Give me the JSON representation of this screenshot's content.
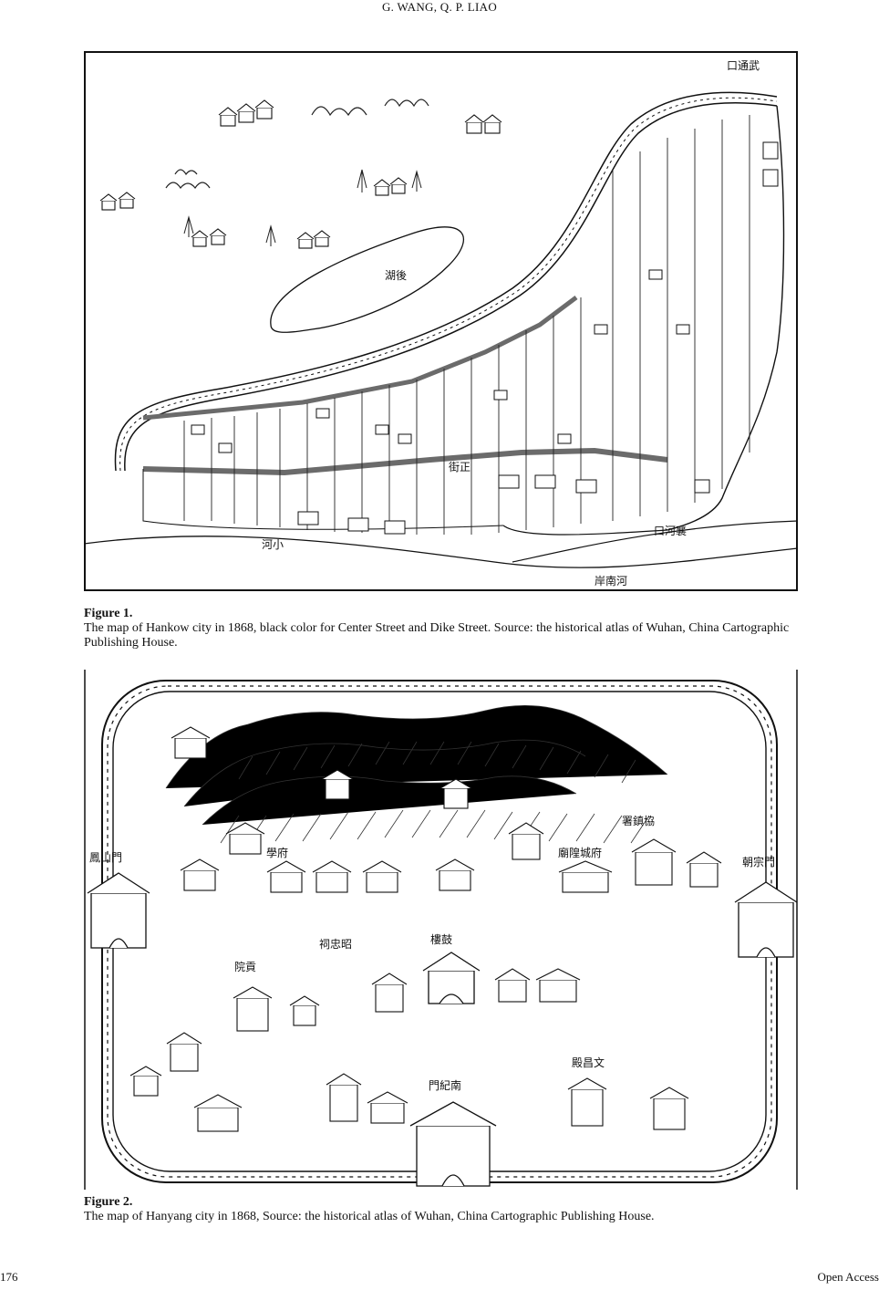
{
  "header": {
    "running_head": "G. WANG, Q. P. LIAO"
  },
  "figure1": {
    "label": "Figure 1.",
    "caption": "The map of Hankow city in 1868, black color for Center Street and Dike Street. Source: the historical atlas of Wuhan, China Cartographic Publishing House.",
    "labels": {
      "north_lake": "湖後",
      "small_river": "河小",
      "south_shore": "岸南河",
      "east_mouth": "口河襄",
      "wuhan_mouth": "口通武",
      "main_street": "街正"
    }
  },
  "figure2": {
    "label": "Figure 2.",
    "caption": "The map of Hanyang city in 1868, Source: the historical atlas of Wuhan, China Cartographic Publishing House.",
    "labels": {
      "west_gate": "鳳山門",
      "east_gate": "朝宗門",
      "drum_tower": "樓鼓",
      "south_gate": "門紀南",
      "town_office": "署鎮協",
      "school_office": "學府",
      "temple": "廟隍城府",
      "academy": "院貢",
      "shrine": "祠忠昭",
      "literary_hall": "殿昌文"
    }
  },
  "footer": {
    "page_number": "176",
    "open_access": "Open Access"
  }
}
